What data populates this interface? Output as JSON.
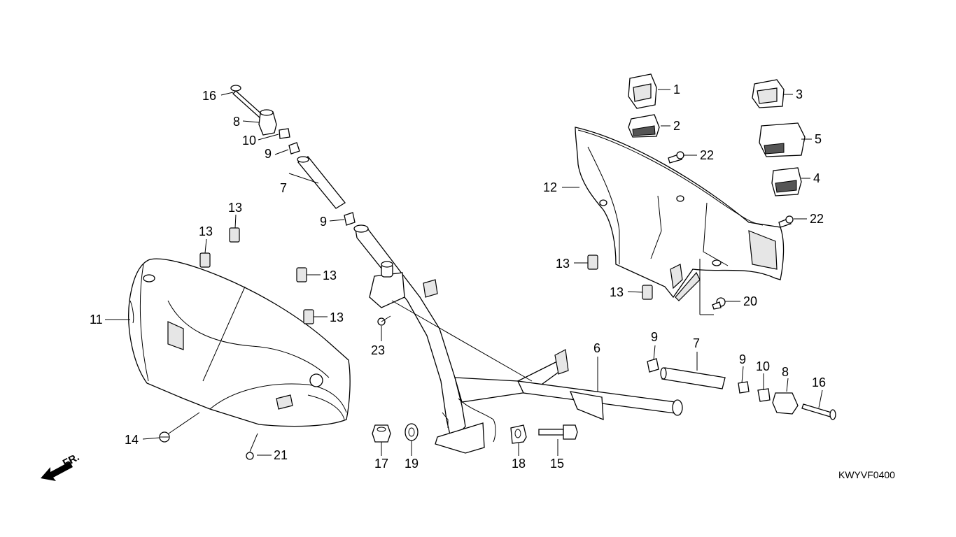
{
  "diagram_code": "KWYVF0400",
  "direction_label": "FR.",
  "callouts": {
    "c1": "1",
    "c2": "2",
    "c3": "3",
    "c4": "4",
    "c5": "5",
    "c6": "6",
    "c7a": "7",
    "c7b": "7",
    "c8a": "8",
    "c8b": "8",
    "c9a": "9",
    "c9b": "9",
    "c9c": "9",
    "c9d": "9",
    "c10a": "10",
    "c10b": "10",
    "c11": "11",
    "c12": "12",
    "c13a": "13",
    "c13b": "13",
    "c13c": "13",
    "c13d": "13",
    "c13e": "13",
    "c13f": "13",
    "c14": "14",
    "c15": "15",
    "c16a": "16",
    "c16b": "16",
    "c17": "17",
    "c18": "18",
    "c19": "19",
    "c20": "20",
    "c21": "21",
    "c22a": "22",
    "c22b": "22",
    "c23": "23"
  }
}
